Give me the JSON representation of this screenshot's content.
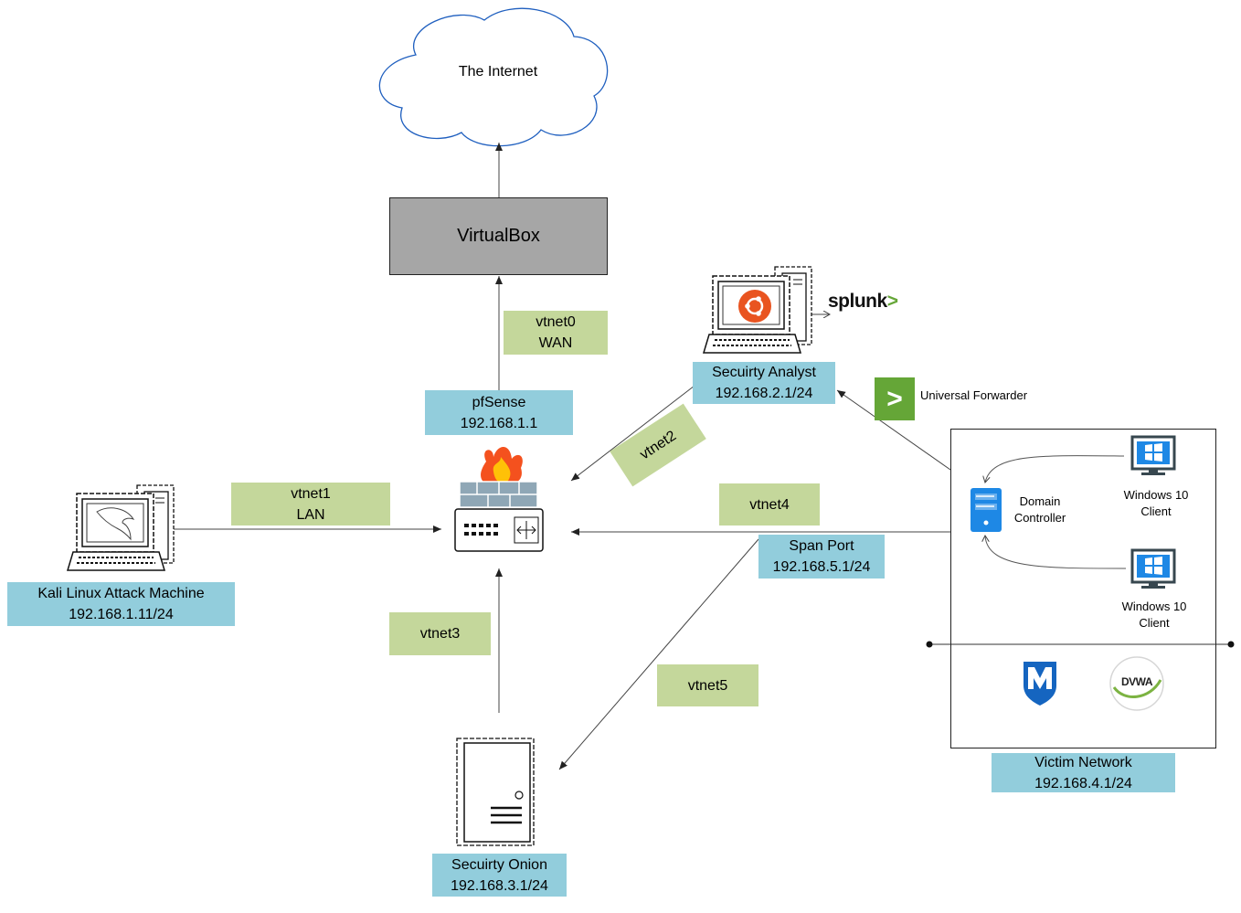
{
  "internet": {
    "label": "The Internet"
  },
  "virtualbox": {
    "label": "VirtualBox"
  },
  "vtnet0": {
    "line1": "vtnet0",
    "line2": "WAN"
  },
  "pfsense": {
    "line1": "pfSense",
    "line2": "192.168.1.1"
  },
  "vtnet1": {
    "line1": "vtnet1",
    "line2": "LAN"
  },
  "vtnet2": {
    "label": "vtnet2"
  },
  "vtnet3": {
    "label": "vtnet3"
  },
  "vtnet4": {
    "label": "vtnet4"
  },
  "vtnet5": {
    "label": "vtnet5"
  },
  "kali": {
    "line1": "Kali Linux Attack Machine",
    "line2": "192.168.1.11/24"
  },
  "analyst": {
    "line1": "Secuirty Analyst",
    "line2": "192.168.2.1/24"
  },
  "splunk": {
    "text": "splunk",
    "chevron": ">"
  },
  "forwarder": {
    "icon_glyph": ">",
    "label": "Universal Forwarder"
  },
  "span_port": {
    "line1": "Span Port",
    "line2": "192.168.5.1/24"
  },
  "onion": {
    "line1": "Secuirty Onion",
    "line2": "192.168.3.1/24"
  },
  "victim": {
    "line1": "Victim Network",
    "line2": "192.168.4.1/24",
    "dc": {
      "line1": "Domain",
      "line2": "Controller"
    },
    "client1": {
      "line1": "Windows 10",
      "line2": "Client"
    },
    "client2": {
      "line1": "Windows 10",
      "line2": "Client"
    },
    "dvwa": "DVWA"
  },
  "colors": {
    "blue_label": "#92cddc",
    "green_label": "#c4d79b",
    "virtualbox": "#a6a6a6",
    "cloud_stroke": "#1f5fbf",
    "splunk_green": "#65a637",
    "windows_blue": "#1e88e5"
  }
}
